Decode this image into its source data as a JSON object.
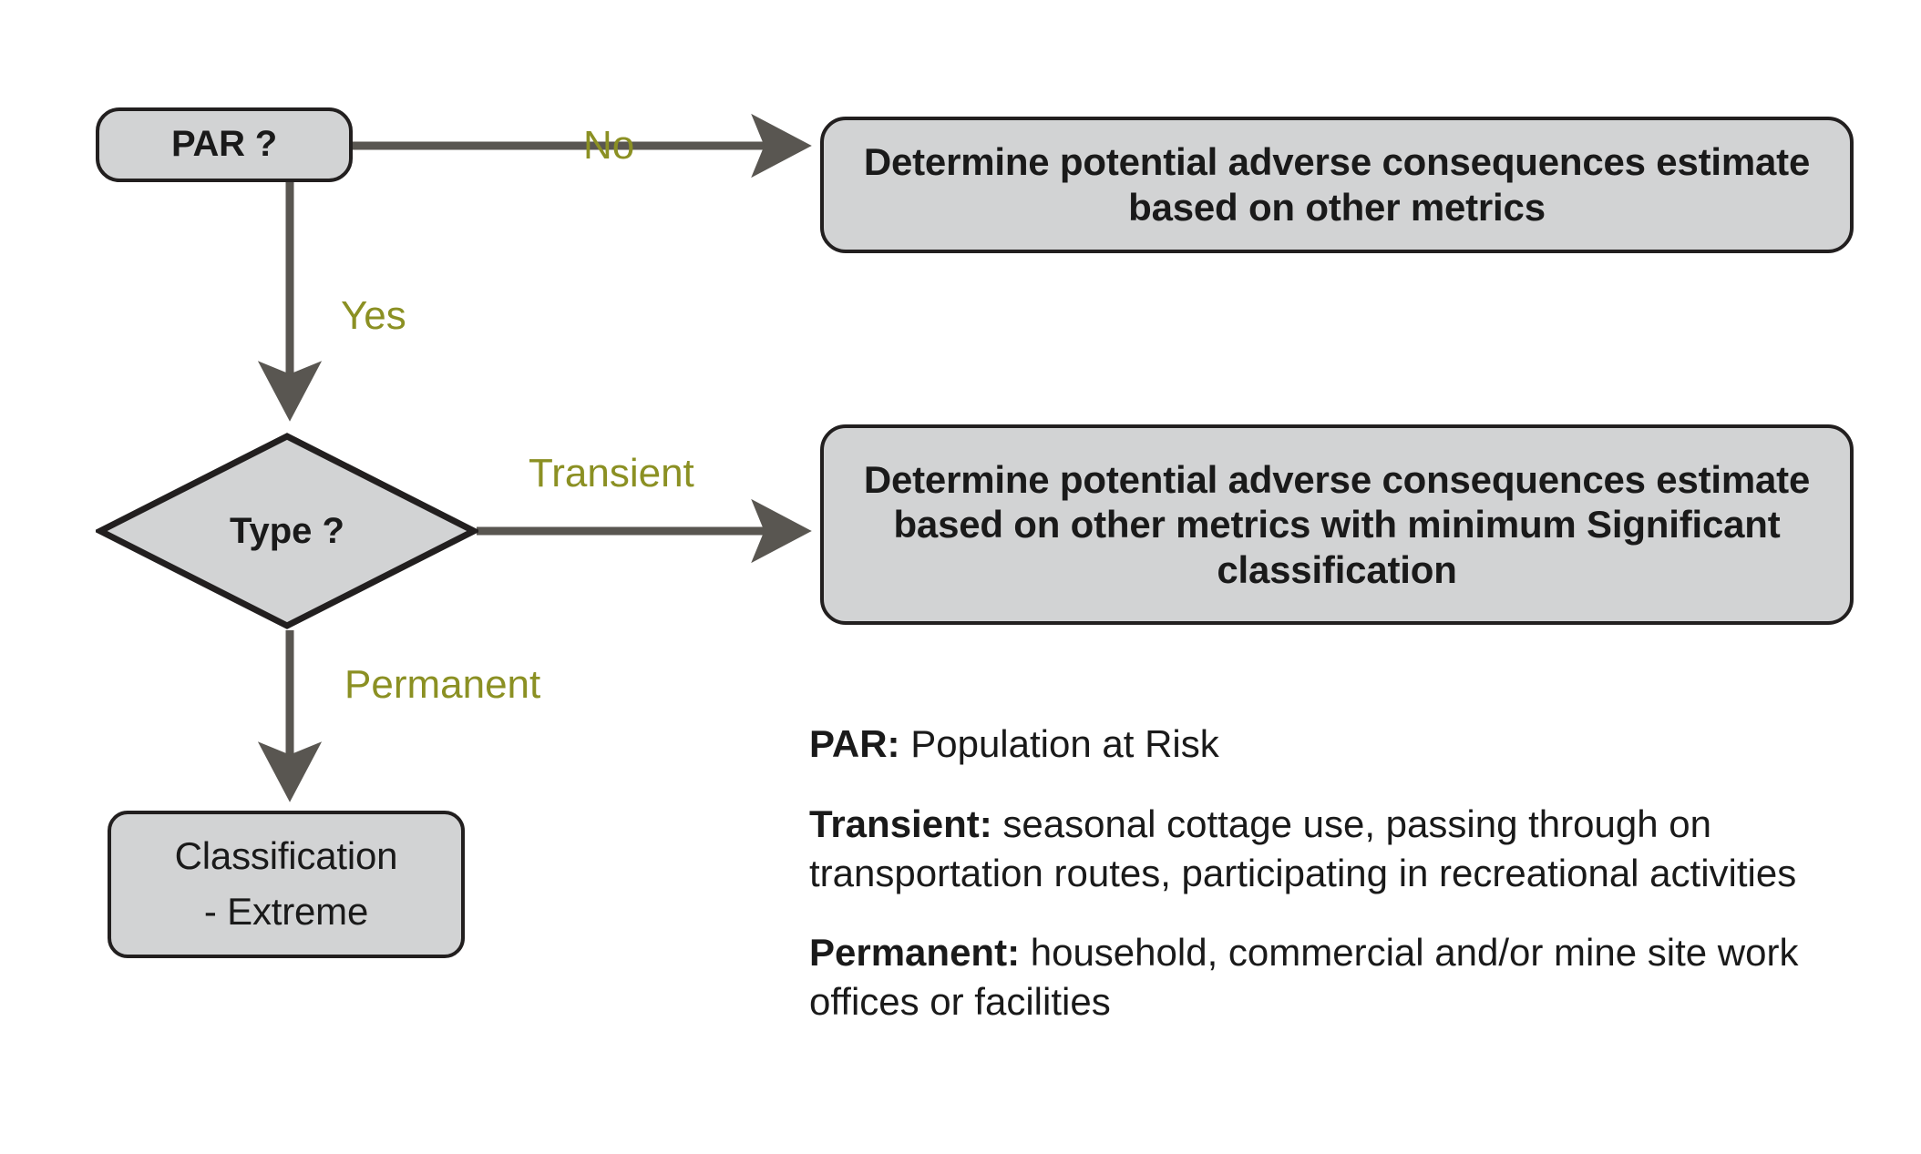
{
  "diagram": {
    "title": "PAR classification decision flow",
    "colors": {
      "node_fill": "#d2d3d4",
      "node_border": "#221f1f",
      "edge_line": "#595651",
      "edge_label": "#8b9023",
      "text": "#1a1a1a",
      "background": "#ffffff"
    },
    "nodes": [
      {
        "id": "par",
        "shape": "rounded-rect",
        "label": "PAR ?"
      },
      {
        "id": "top_box",
        "shape": "rounded-rect",
        "label": "Determine potential adverse consequences estimate based on other metrics"
      },
      {
        "id": "type",
        "shape": "diamond",
        "label": "Type ?"
      },
      {
        "id": "mid_box",
        "shape": "rounded-rect",
        "label": "Determine potential adverse consequences estimate based on other metrics with minimum Significant classification"
      },
      {
        "id": "classification",
        "shape": "rounded-rect",
        "label": "Classification\n- Extreme"
      }
    ],
    "edges": [
      {
        "id": "par_no",
        "from": "par",
        "to": "top_box",
        "label": "No",
        "direction": "right"
      },
      {
        "id": "par_yes",
        "from": "par",
        "to": "type",
        "label": "Yes",
        "direction": "down"
      },
      {
        "id": "type_transient",
        "from": "type",
        "to": "mid_box",
        "label": "Transient",
        "direction": "right"
      },
      {
        "id": "type_permanent",
        "from": "type",
        "to": "classification",
        "label": "Permanent",
        "direction": "down"
      }
    ]
  },
  "legend": [
    {
      "term": "PAR:",
      "definition": " Population at Risk"
    },
    {
      "term": "Transient:",
      "definition": " seasonal cottage use, passing through on transportation routes, participating in recreational activities"
    },
    {
      "term": "Permanent:",
      "definition": " household, commercial and/or mine site work offices or facilities"
    }
  ]
}
